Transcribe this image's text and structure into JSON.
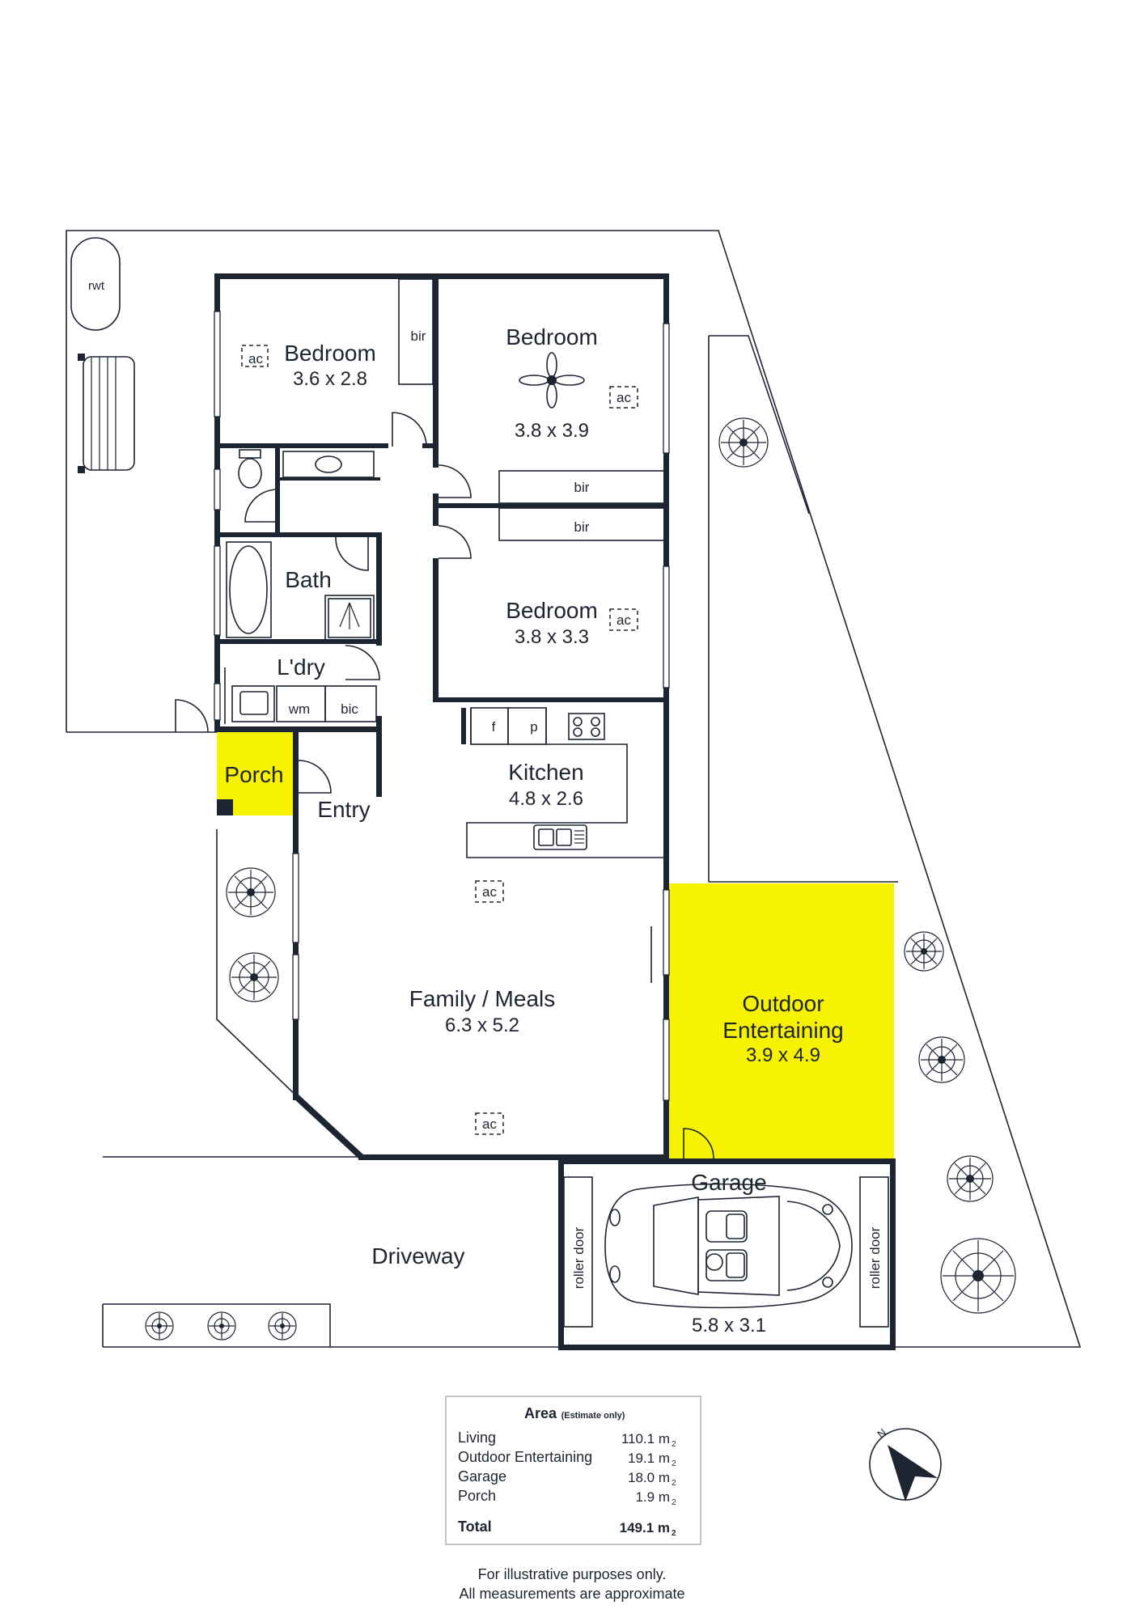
{
  "rooms": {
    "bedroom1": {
      "name": "Bedroom",
      "dims": "3.6 x 2.8"
    },
    "bedroom2": {
      "name": "Bedroom",
      "dims": "3.8 x 3.9"
    },
    "bedroom3": {
      "name": "Bedroom",
      "dims": "3.8 x 3.3"
    },
    "bath": {
      "name": "Bath"
    },
    "laundry": {
      "name": "L'dry"
    },
    "porch": {
      "name": "Porch"
    },
    "entry": {
      "name": "Entry"
    },
    "kitchen": {
      "name": "Kitchen",
      "dims": "4.8 x 2.6"
    },
    "family": {
      "name": "Family / Meals",
      "dims": "6.3 x 5.2"
    },
    "outdoor": {
      "name_line1": "Outdoor",
      "name_line2": "Entertaining",
      "dims": "3.9 x 4.9"
    },
    "garage": {
      "name": "Garage",
      "dims": "5.8 x 3.1"
    },
    "driveway": {
      "name": "Driveway"
    }
  },
  "fixtures": {
    "rwt": "rwt",
    "bir": "bir",
    "ac": "ac",
    "wm": "wm",
    "bic": "bic",
    "fridge": "f",
    "pantry": "p",
    "roller_door": "roller door"
  },
  "area_table": {
    "title": "Area",
    "subtitle": "(Estimate only)",
    "rows": [
      {
        "label": "Living",
        "value": "110.1 m"
      },
      {
        "label": "Outdoor Entertaining",
        "value": "19.1 m"
      },
      {
        "label": "Garage",
        "value": "18.0 m"
      },
      {
        "label": "Porch",
        "value": "1.9 m"
      }
    ],
    "total_label": "Total",
    "total_value": "149.1 m",
    "unit_sup": "2"
  },
  "compass": {
    "label": "N"
  },
  "disclaimer": {
    "line1": "For illustrative purposes only.",
    "line2": "All measurements are approximate"
  },
  "colors": {
    "highlight": "#f7f200",
    "wall": "#1d2432"
  }
}
